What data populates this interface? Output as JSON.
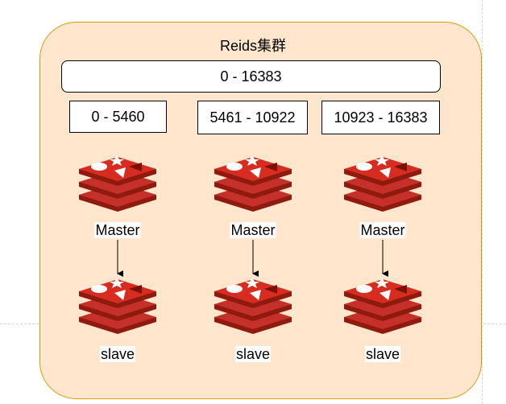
{
  "cluster": {
    "title": "Reids集群",
    "fill_color": "#ffe6cc",
    "border_color": "#d79b00"
  },
  "slots_total": "0 - 16383",
  "shards": [
    {
      "range": "0 - 5460",
      "master_label": "Master",
      "slave_label": "slave"
    },
    {
      "range": "5461 - 10922",
      "master_label": "Master",
      "slave_label": "slave"
    },
    {
      "range": "10923 - 16383",
      "master_label": "Master",
      "slave_label": "slave"
    }
  ],
  "icon": {
    "name": "redis-logo-icon",
    "color": "#a41e11"
  }
}
